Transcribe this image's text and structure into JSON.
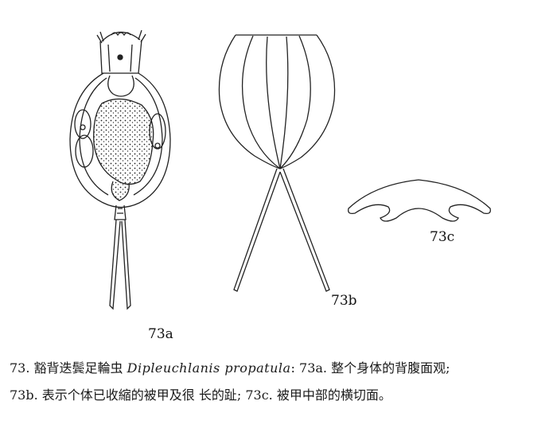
{
  "figure": {
    "labels": {
      "a": "73a",
      "b": "73b",
      "c": "73c"
    }
  },
  "caption": {
    "line1_prefix": "73. 豁背迭鬓足輪虫 ",
    "line1_latin": "Dipleuchlanis propatula",
    "line1_suffix": ":  73a. 整个身体的背腹面观;",
    "line2": "73b. 表示个体已收縮的被甲及很  长的趾;  73c. 被甲中部的横切面。"
  }
}
